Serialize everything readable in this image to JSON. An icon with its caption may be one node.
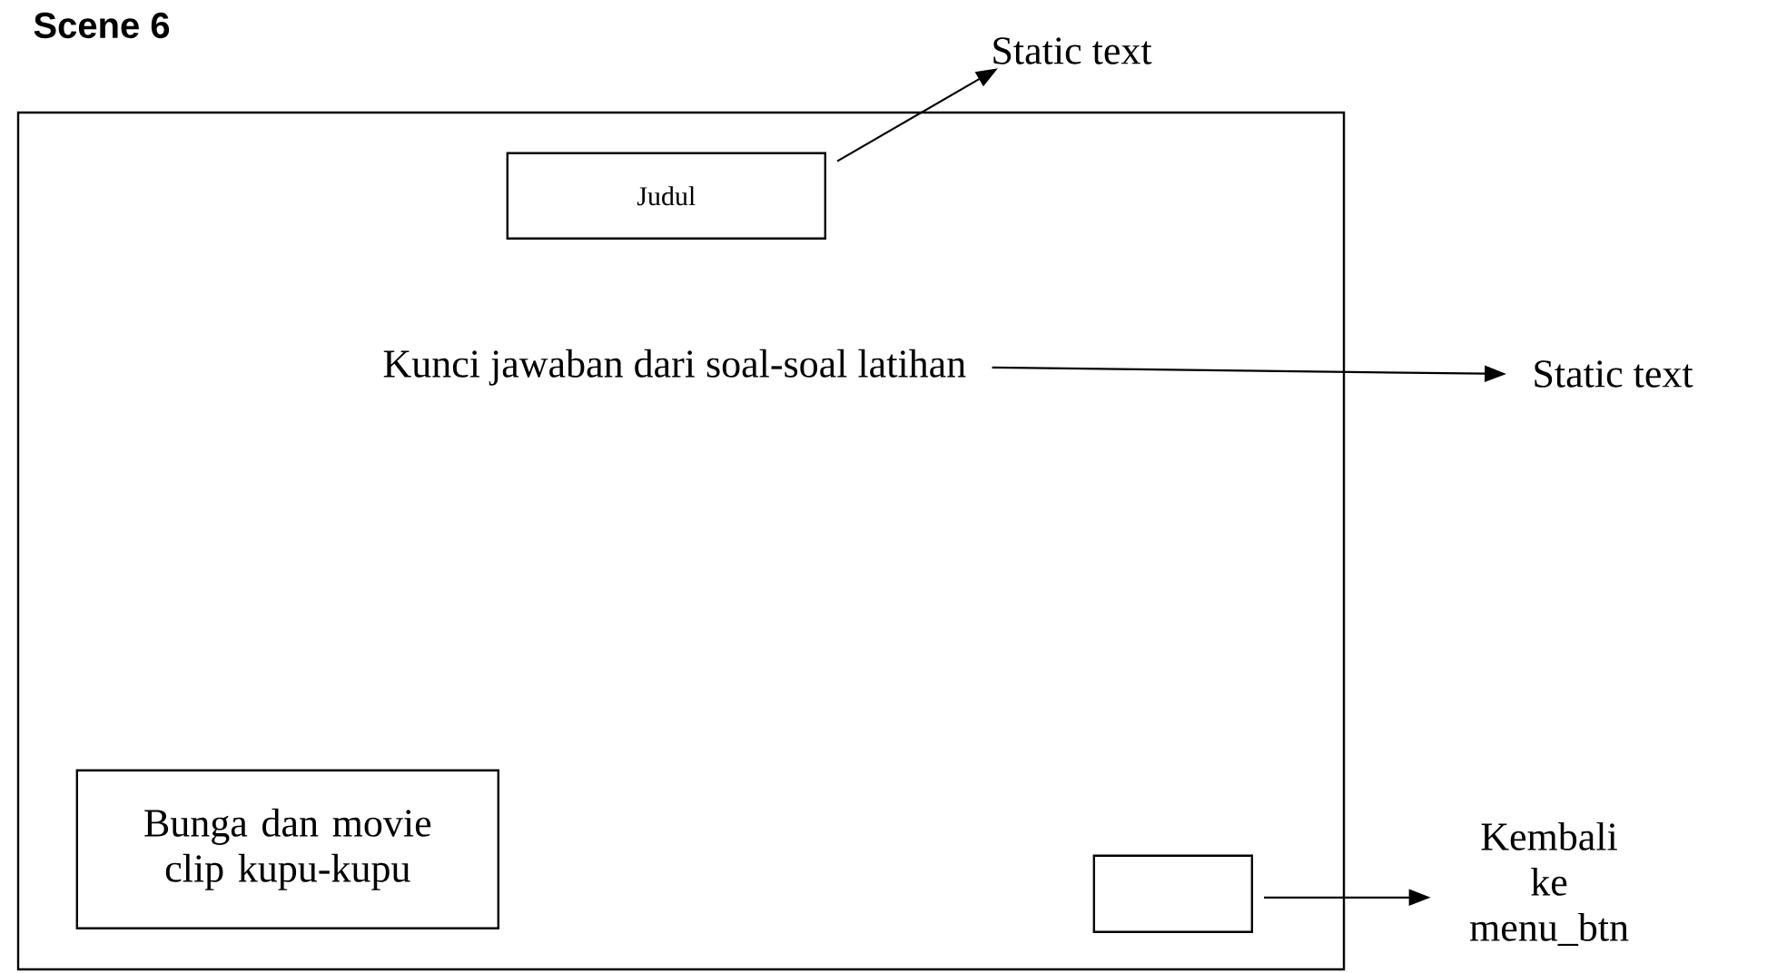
{
  "diagram": {
    "title": "Scene 6",
    "nodes": [
      {
        "text": [],
        "shape": "box"
      },
      {
        "text": [
          "Judul"
        ],
        "in": 0
      },
      {
        "text": [
          "Static text"
        ]
      },
      {
        "text": [
          "Kunci jawaban dari soal-soal latihan"
        ],
        "in": 0
      },
      {
        "text": [
          "Static text"
        ]
      },
      {
        "text": [
          "Bunga dan movie clip kupu-kupu"
        ],
        "in": 0
      },
      {
        "text": [],
        "shape": "box",
        "in": 0
      },
      {
        "text": [
          "Kembali ke menu_btn"
        ]
      }
    ],
    "edges": [
      {
        "from": 1,
        "to": 2,
        "arrow": "to"
      },
      {
        "from": 3,
        "to": 4,
        "arrow": "to"
      },
      {
        "from": 6,
        "to": 7,
        "arrow": "to"
      }
    ]
  }
}
